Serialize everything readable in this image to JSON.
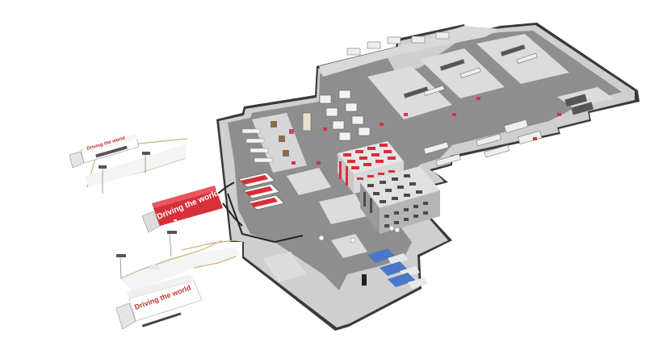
{
  "scene": {
    "description": "Isometric 3D rendering of an automated warehouse and logistics facility",
    "colors": {
      "background": "#ffffff",
      "floor_dark": "#8e8e8e",
      "floor_light": "#cfcfcf",
      "floor_zone": "#dcdcdc",
      "floor_border": "#3a3a3a",
      "accent_red": "#d7303a",
      "storage_gray": "#9a9a9a",
      "blue_stations": "#4a78c8",
      "rope_tan": "#c9b27a"
    }
  },
  "trucks": [
    {
      "label": "Driving the world",
      "color": "white",
      "text_color": "#c0392b"
    },
    {
      "label": "Driving the world",
      "color": "red",
      "text_color": "#ffffff"
    },
    {
      "label": "Driving the world",
      "color": "white",
      "text_color": "#c0392b"
    }
  ],
  "zones": {
    "red_storage": "Red automated shelving block",
    "gray_storage": "Gray automated storage block",
    "blue_stations": "Blue picking stations",
    "conveyors": "Inbound conveyor lanes"
  }
}
